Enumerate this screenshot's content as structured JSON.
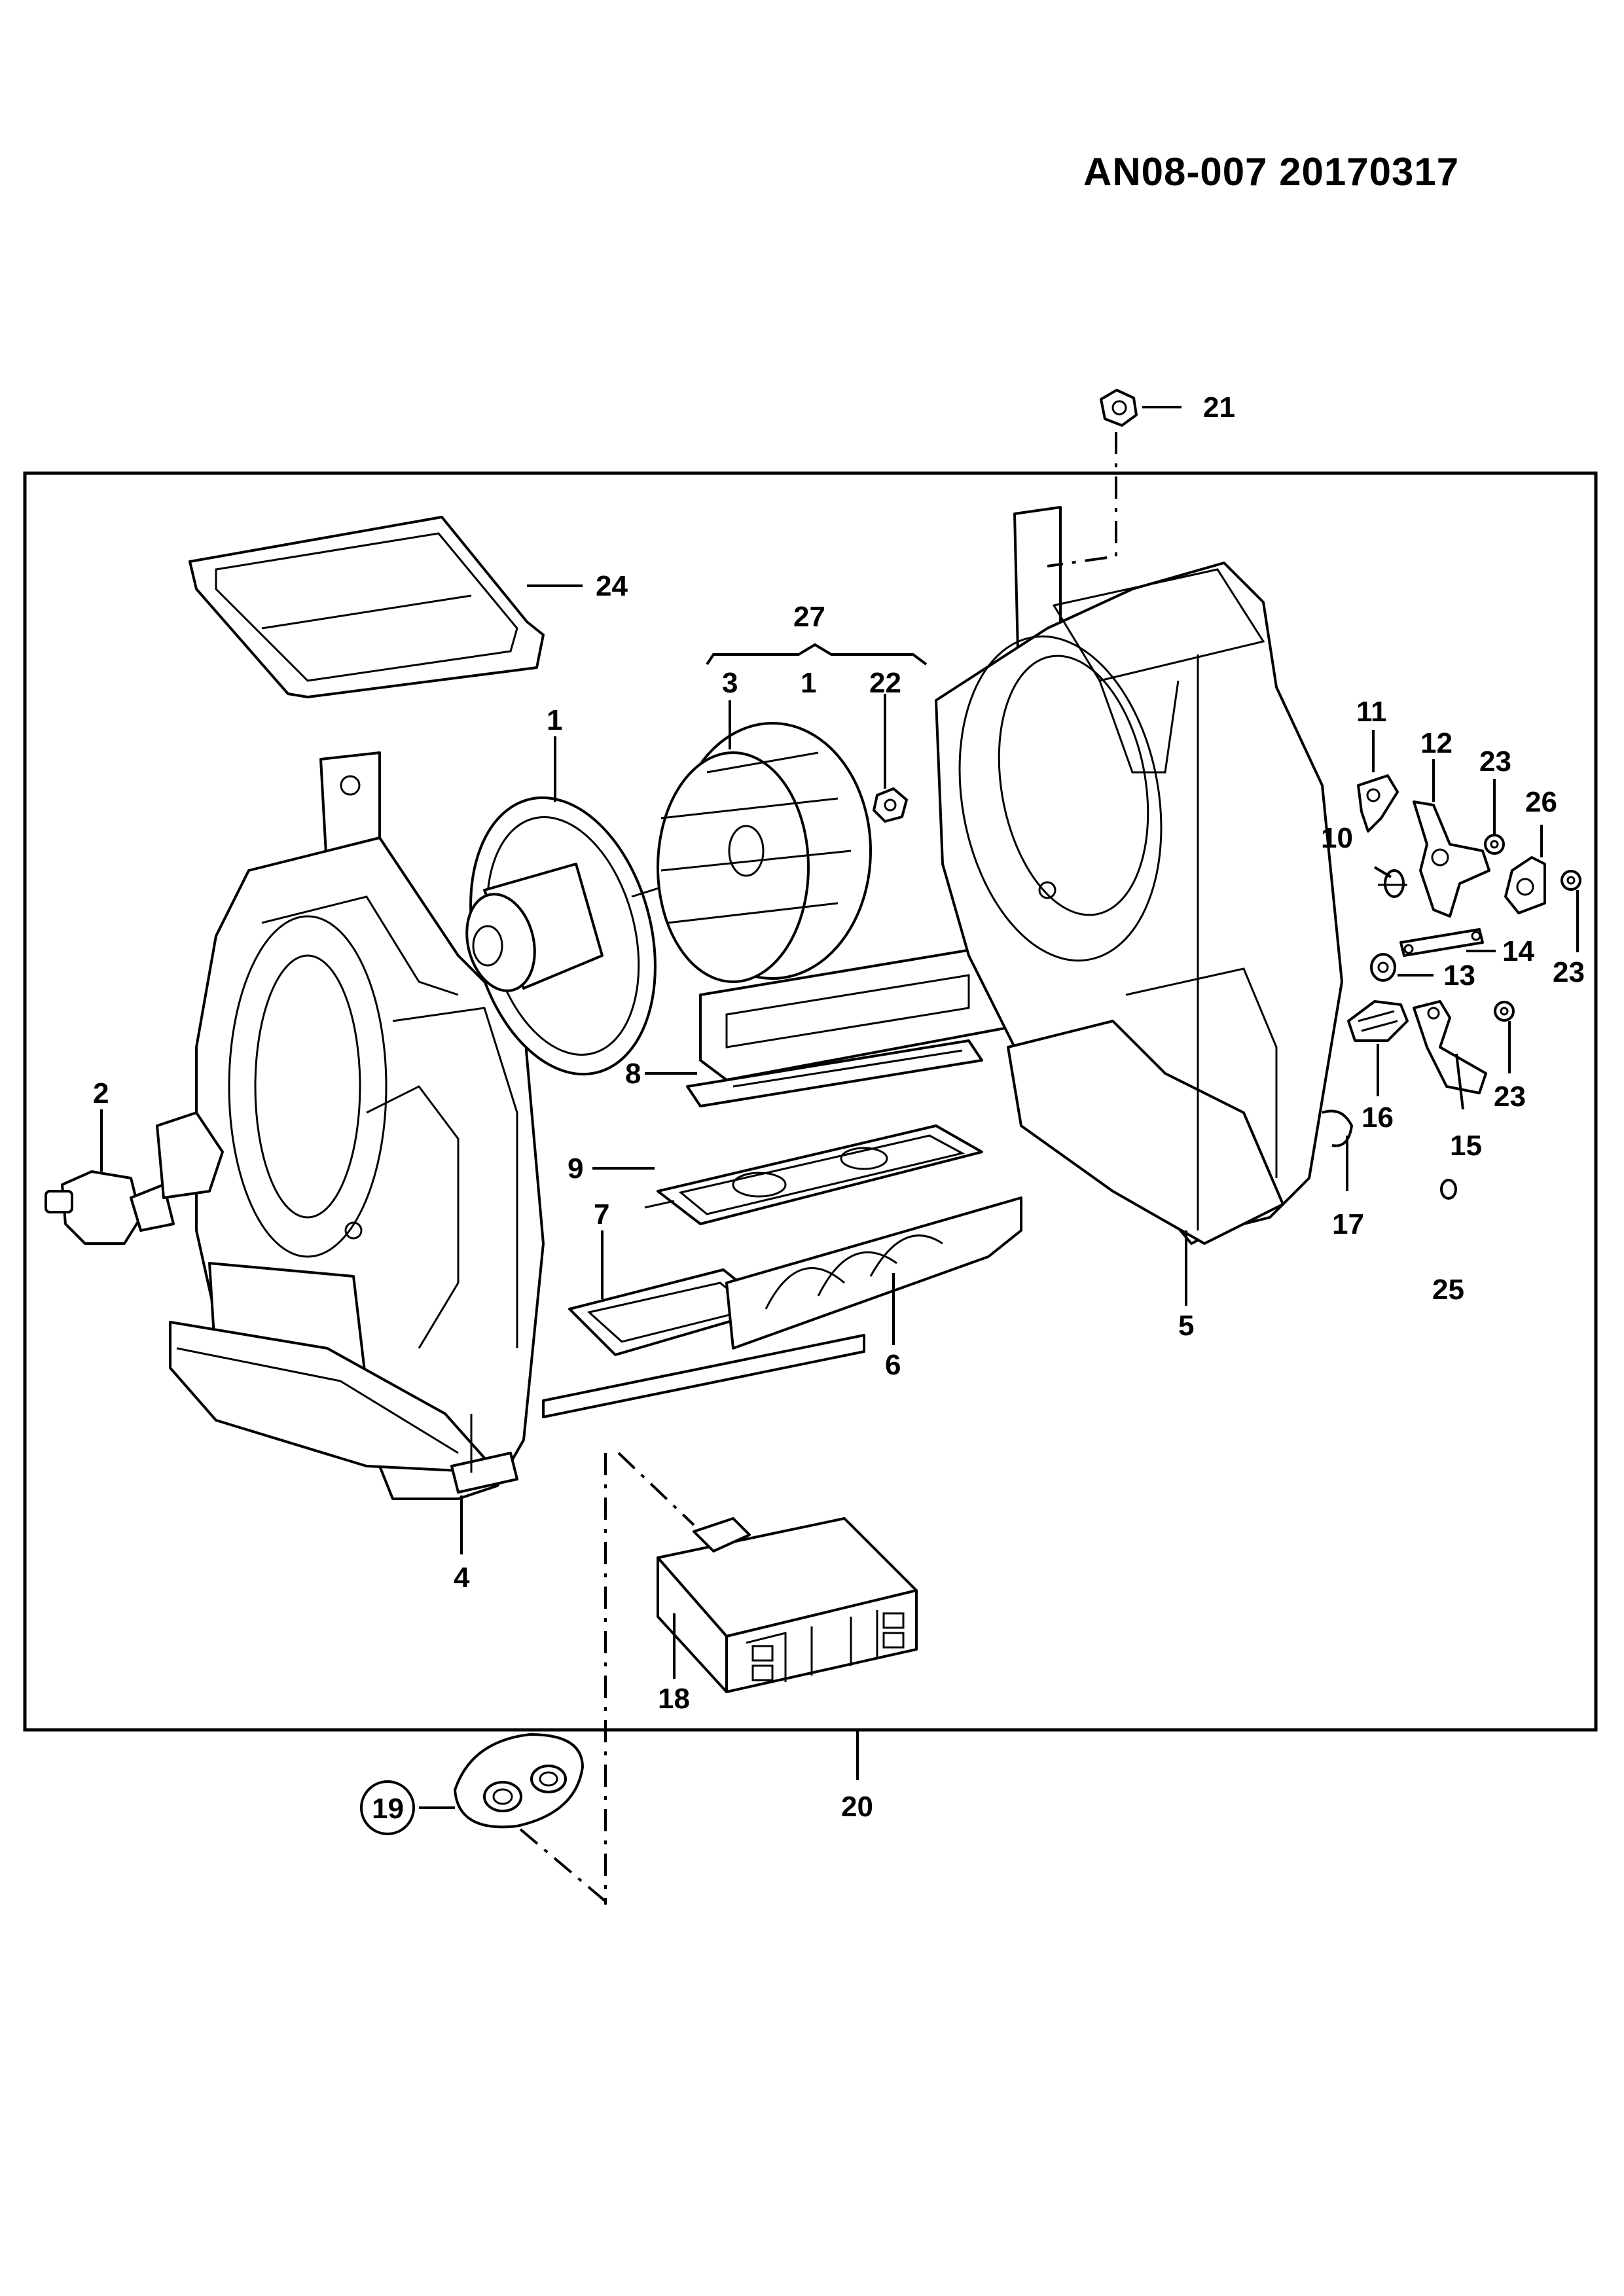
{
  "header": {
    "doc_code": "AN08-007  20170317"
  },
  "callouts": {
    "c1": "1",
    "c1b": "1",
    "c2": "2",
    "c3": "3",
    "c4": "4",
    "c5": "5",
    "c6": "6",
    "c7": "7",
    "c8": "8",
    "c9": "9",
    "c10": "10",
    "c11": "11",
    "c12": "12",
    "c13": "13",
    "c14": "14",
    "c15": "15",
    "c16": "16",
    "c17": "17",
    "c18": "18",
    "c19": "19",
    "c20": "20",
    "c21": "21",
    "c22": "22",
    "c23a": "23",
    "c23b": "23",
    "c23c": "23",
    "c24": "24",
    "c25": "25",
    "c26": "26",
    "c27": "27"
  }
}
